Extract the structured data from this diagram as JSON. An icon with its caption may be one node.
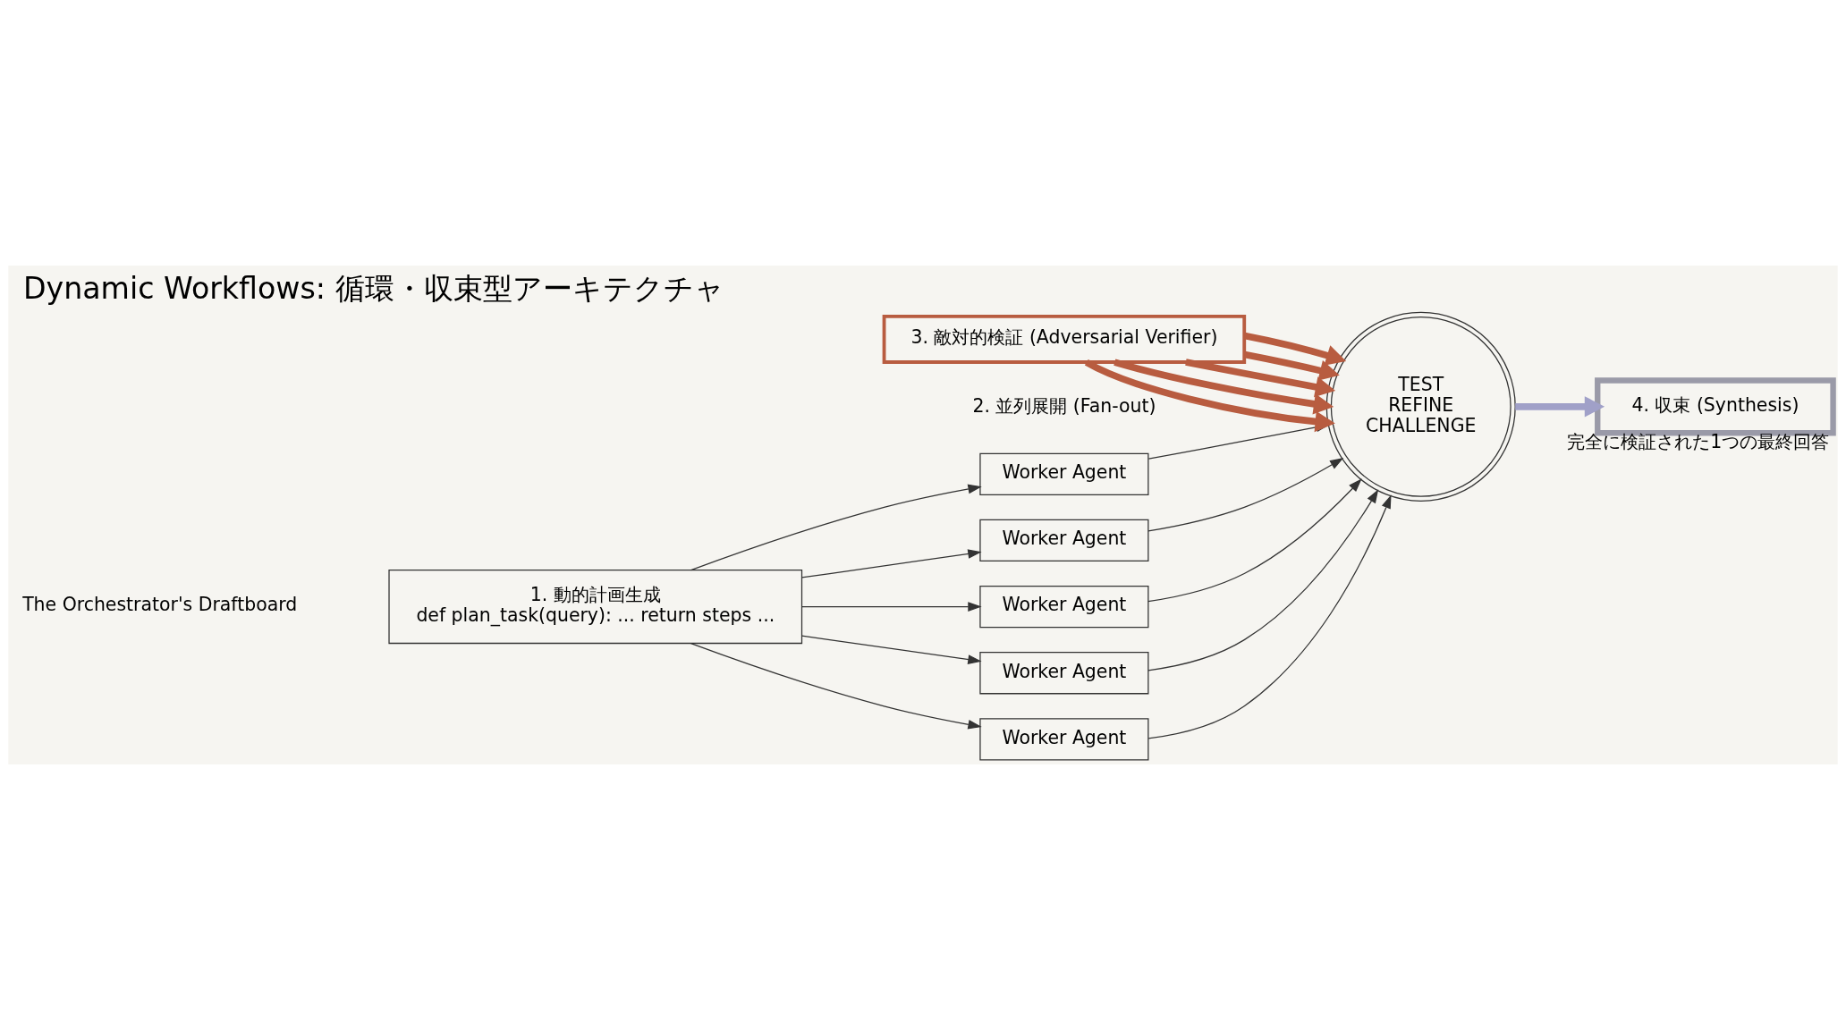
{
  "diagram": {
    "title": "Dynamic Workflows: 循環・収束型アーキテクチャ",
    "nodes": [
      {
        "text": [
          "1. 動的計画生成",
          "def plan_task(query): ... return steps ..."
        ]
      },
      {
        "text": [
          "Worker Agent"
        ]
      },
      {
        "text": [
          "Worker Agent"
        ]
      },
      {
        "text": [
          "Worker Agent"
        ]
      },
      {
        "text": [
          "Worker Agent"
        ]
      },
      {
        "text": [
          "Worker Agent"
        ]
      },
      {
        "text": [
          "3. 敵対的検証 (Adversarial Verifier)"
        ]
      },
      {
        "text": [
          "TEST",
          "REFINE",
          "CHALLENGE"
        ]
      },
      {
        "text": [
          "4. 収束 (Synthesis)"
        ],
        "beside": [
          "完全に検証された1つの最終回答"
        ]
      }
    ],
    "edges": [
      {
        "from": 0,
        "to": 1,
        "arrow": "to"
      },
      {
        "from": 0,
        "to": 2,
        "arrow": "to"
      },
      {
        "from": 0,
        "to": 3,
        "arrow": "to"
      },
      {
        "from": 0,
        "to": 4,
        "arrow": "to"
      },
      {
        "from": 0,
        "to": 5,
        "arrow": "to"
      },
      {
        "from": 1,
        "to": 7,
        "arrow": "to"
      },
      {
        "from": 2,
        "to": 7,
        "arrow": "to"
      },
      {
        "from": 3,
        "to": 7,
        "arrow": "to"
      },
      {
        "from": 4,
        "to": 7,
        "arrow": "to"
      },
      {
        "from": 5,
        "to": 7,
        "arrow": "to"
      },
      {
        "from": 6,
        "to": 7,
        "arrow": "to",
        "style": "thick",
        "color": "#b85c40"
      },
      {
        "from": 6,
        "to": 7,
        "arrow": "to",
        "style": "thick",
        "color": "#b85c40"
      },
      {
        "from": 6,
        "to": 7,
        "arrow": "to",
        "style": "thick",
        "color": "#b85c40"
      },
      {
        "from": 6,
        "to": 7,
        "arrow": "to",
        "style": "thick",
        "color": "#b85c40"
      },
      {
        "from": 6,
        "to": 7,
        "arrow": "to",
        "style": "thick",
        "color": "#b85c40"
      },
      {
        "from": 7,
        "to": 8,
        "arrow": "to",
        "style": "thick",
        "color": "#a0a0c8"
      }
    ],
    "labels": [
      "The Orchestrator's Draftboard",
      "2. 並列展開 (Fan-out)"
    ]
  }
}
